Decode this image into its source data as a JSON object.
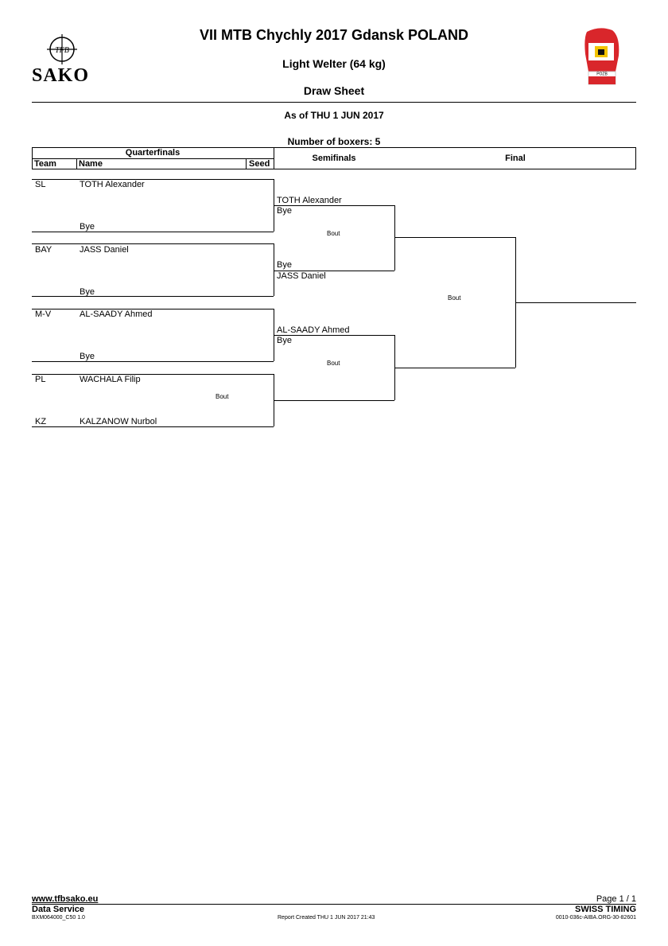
{
  "header": {
    "event_title": "VII MTB Chychly 2017 Gdansk POLAND",
    "weight_class": "Light Welter (64 kg)",
    "sheet_title": "Draw Sheet",
    "as_of": "As of THU 1 JUN 2017",
    "num_boxers": "Number of boxers: 5",
    "logo_left_mark": "TFB",
    "logo_left_text": "SAKO",
    "logo_right_text": "POZB"
  },
  "table_header": {
    "quarterfinals": "Quarterfinals",
    "team": "Team",
    "name": "Name",
    "seed": "Seed",
    "semifinals": "Semifinals",
    "final": "Final"
  },
  "quarterfinals": [
    {
      "team": "SL",
      "name": "TOTH Alexander"
    },
    {
      "team": "",
      "name": "Bye"
    },
    {
      "team": "BAY",
      "name": "JASS Daniel"
    },
    {
      "team": "",
      "name": "Bye"
    },
    {
      "team": "M-V",
      "name": "AL-SAADY Ahmed"
    },
    {
      "team": "",
      "name": "Bye"
    },
    {
      "team": "PL",
      "name": "WACHALA Filip"
    },
    {
      "team": "KZ",
      "name": "KALZANOW Nurbol"
    }
  ],
  "bouts": {
    "qf4": "Bout",
    "sf1": "Bout",
    "sf2": "Bout",
    "final": "Bout"
  },
  "semifinals": [
    {
      "name": "TOTH Alexander",
      "note": "Bye"
    },
    {
      "name": "JASS Daniel",
      "note": "Bye"
    },
    {
      "name": "AL-SAADY Ahmed",
      "note": "Bye"
    }
  ],
  "footer": {
    "website": "www.tfbsako.eu",
    "service": "Data Service",
    "code": "BXM064000_C50 1.0",
    "report_created": "Report Created  THU 1 JUN 2017 21:43",
    "page": "Page 1 / 1",
    "timing": "SWISS TIMING",
    "ref": "0010-036c-AIBA.ORG-30-82601"
  }
}
